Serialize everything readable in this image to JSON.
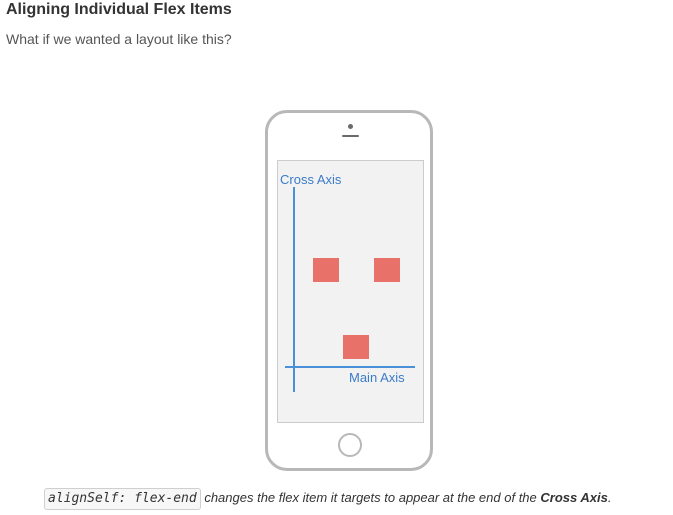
{
  "article": {
    "heading": "Aligning Individual Flex Items",
    "subtext": "What if we wanted a layout like this?"
  },
  "diagram": {
    "cross_axis_label": "Cross Axis",
    "main_axis_label": "Main Axis",
    "axis_color": "#4a90d9",
    "box_color": "#e8716a"
  },
  "caption": {
    "code": "alignSelf: flex-end",
    "text_before_bold": " changes the flex item it targets to appear at the end of the ",
    "bold": "Cross Axis",
    "text_after_bold": "."
  }
}
